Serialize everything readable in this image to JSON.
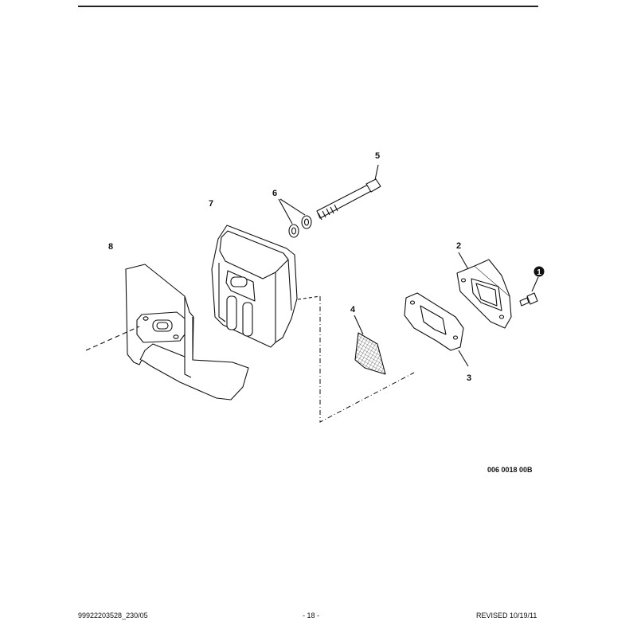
{
  "callouts": {
    "c1": "1",
    "c2": "2",
    "c3": "3",
    "c4": "4",
    "c5": "5",
    "c6": "6",
    "c7": "7",
    "c8": "8"
  },
  "figure_ref": "006 0018 00B",
  "footer": {
    "doc_number": "99922203528_230/05",
    "page": "- 18 -",
    "revised": "REVISED 10/19/11"
  }
}
